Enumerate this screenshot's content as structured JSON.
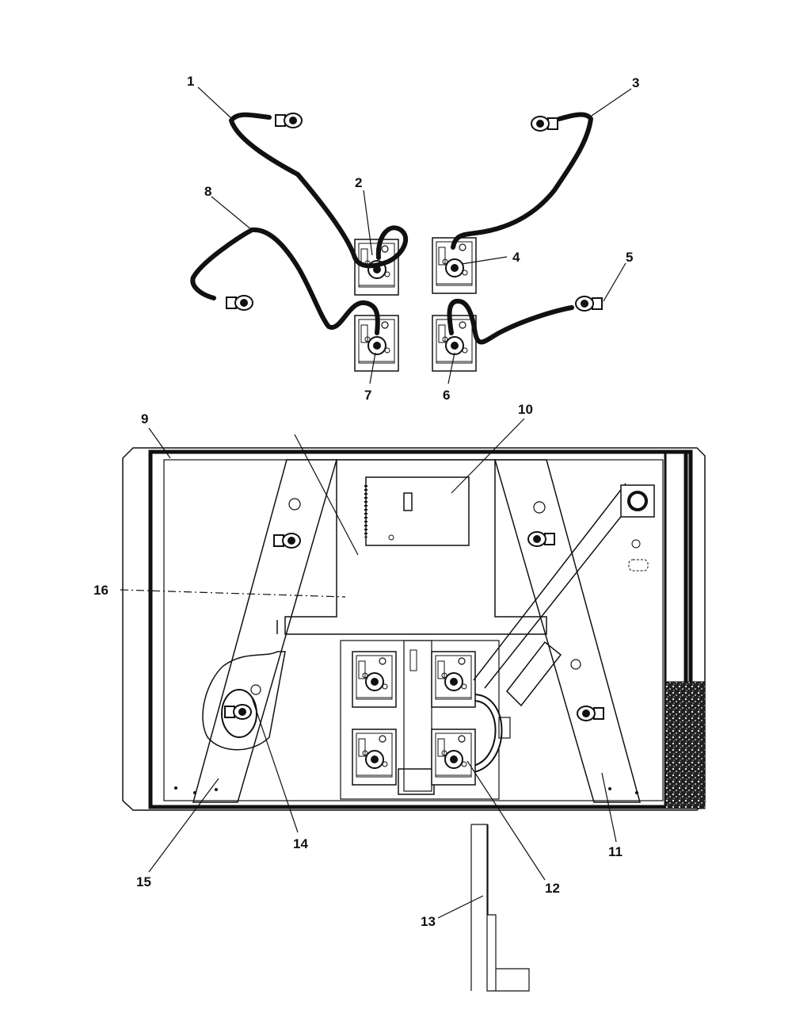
{
  "diagram": {
    "callouts": [
      {
        "id": "c1",
        "label": "1"
      },
      {
        "id": "c2",
        "label": "2"
      },
      {
        "id": "c3",
        "label": "3"
      },
      {
        "id": "c4",
        "label": "4"
      },
      {
        "id": "c5",
        "label": "5"
      },
      {
        "id": "c6",
        "label": "6"
      },
      {
        "id": "c7",
        "label": "7"
      },
      {
        "id": "c8",
        "label": "8"
      },
      {
        "id": "c9",
        "label": "9"
      },
      {
        "id": "c10",
        "label": "10"
      },
      {
        "id": "c11",
        "label": "11"
      },
      {
        "id": "c12",
        "label": "12"
      },
      {
        "id": "c13",
        "label": "13"
      },
      {
        "id": "c14",
        "label": "14"
      },
      {
        "id": "c15",
        "label": "15"
      },
      {
        "id": "c16",
        "label": "16"
      }
    ]
  },
  "colors": {
    "ink": "#111111",
    "background": "#ffffff"
  }
}
